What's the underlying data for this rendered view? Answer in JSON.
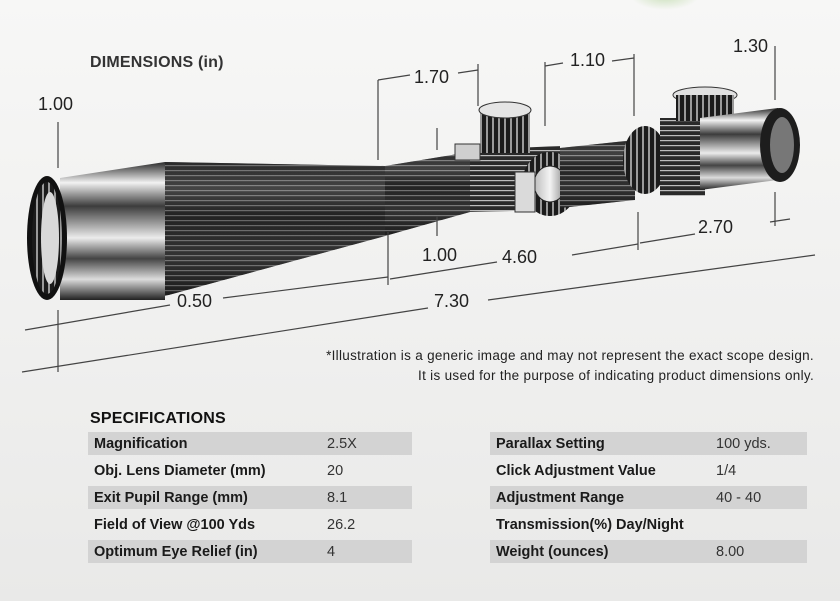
{
  "dimensions_title": "DIMENSIONS (in)",
  "dimensions": {
    "front_height": "1.00",
    "turret_spacing": "1.70",
    "turret_width": "1.10",
    "rear_height": "1.30",
    "tube_diameter": "1.00",
    "mid_length": "4.60",
    "eyepiece_length": "2.70",
    "objective_offset": "0.50",
    "overall_length": "7.30"
  },
  "disclaimer": {
    "line1": "*Illustration is a generic image and may not represent the exact scope design.",
    "line2": "It is used for the purpose of indicating product dimensions only."
  },
  "specifications_title": "SPECIFICATIONS",
  "specs_left": [
    {
      "label": "Magnification",
      "value": "2.5X"
    },
    {
      "label": "Obj. Lens Diameter (mm)",
      "value": "20"
    },
    {
      "label": "Exit Pupil Range (mm)",
      "value": "8.1"
    },
    {
      "label": "Field of View @100 Yds",
      "value": "26.2"
    },
    {
      "label": "Optimum Eye Relief (in)",
      "value": "4"
    }
  ],
  "specs_right": [
    {
      "label": "Parallax Setting",
      "value": "100 yds."
    },
    {
      "label": "Click Adjustment Value",
      "value": "1/4"
    },
    {
      "label": "Adjustment Range",
      "value": "40 - 40"
    },
    {
      "label": "Transmission(%) Day/Night",
      "value": ""
    },
    {
      "label": "Weight (ounces)",
      "value": "8.00"
    }
  ],
  "colors": {
    "row_shade": "#d3d3d3",
    "scope_dark": "#1a1a1a",
    "scope_light": "#e8e8e8"
  }
}
